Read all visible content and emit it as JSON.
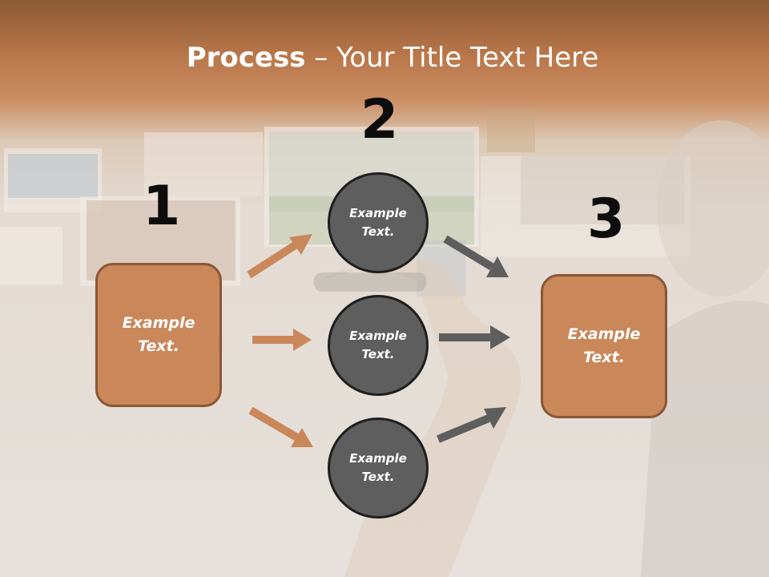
{
  "slide": {
    "title_bold": "Process",
    "title_rest": " – Your Title Text Here"
  },
  "steps": {
    "step1_number": "1",
    "step2_number": "2",
    "step3_number": "3"
  },
  "left_box": {
    "text": "Example\nText."
  },
  "center_circles": [
    {
      "text": "Example\nText."
    },
    {
      "text": "Example\nText."
    },
    {
      "text": "Example\nText."
    }
  ],
  "right_box": {
    "text": "Example\nText."
  },
  "colors": {
    "header_brown": "#b9774a",
    "box_fill": "#c9875a",
    "box_border": "#8a5734",
    "circle_fill": "#5e5e5e",
    "circle_border": "#1e1e1e",
    "arrow_orange": "#c9875a",
    "arrow_gray": "#5e5e5e"
  }
}
